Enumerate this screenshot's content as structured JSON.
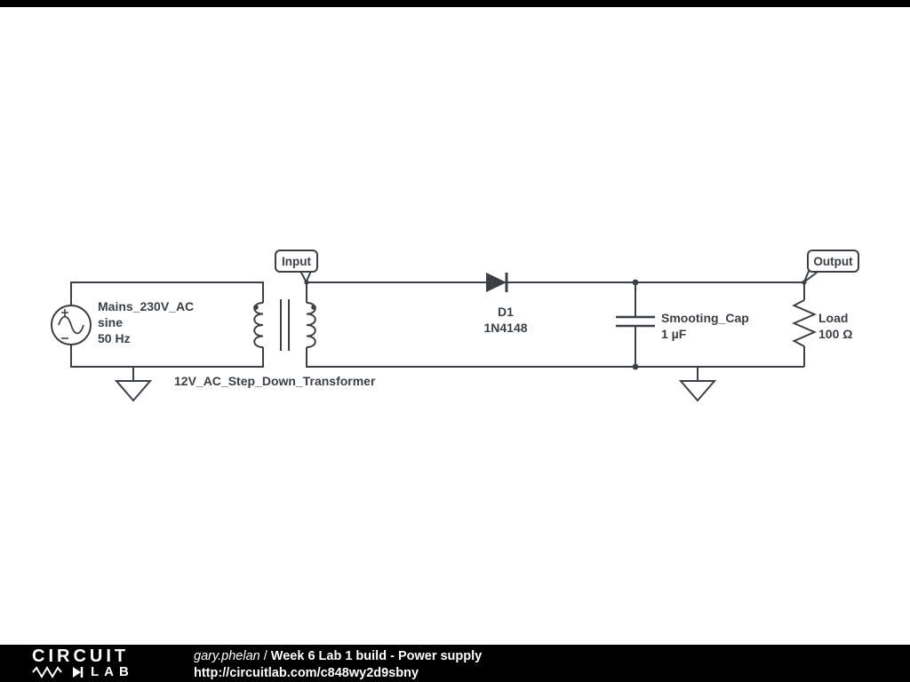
{
  "schematic": {
    "source": {
      "line1": "Mains_230V_AC",
      "line2": "sine",
      "line3": "50 Hz"
    },
    "transformer_label": "12V_AC_Step_Down_Transformer",
    "input_flag": "Input",
    "output_flag": "Output",
    "diode": {
      "ref": "D1",
      "part": "1N4148"
    },
    "capacitor": {
      "name": "Smooting_Cap",
      "value": "1 µF"
    },
    "load": {
      "name": "Load",
      "value": "100 Ω"
    }
  },
  "footer": {
    "logo_top": "CIRCUIT",
    "logo_bottom": "LAB",
    "author": "gary.phelan",
    "separator": " / ",
    "title": "Week 6 Lab 1 build - Power supply",
    "url": "http://circuitlab.com/c848wy2d9sbny"
  },
  "colors": {
    "schematic": "#3a4045",
    "bar": "#000000",
    "background": "#ffffff"
  }
}
